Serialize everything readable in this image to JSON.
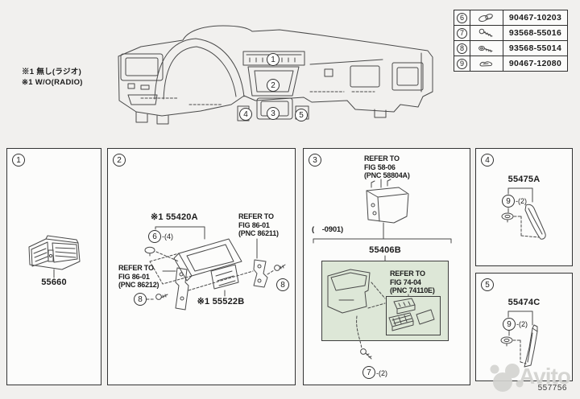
{
  "notes": {
    "line1": "※1 無し(ラジオ)",
    "line2": "※1 W/O(RADIO)"
  },
  "fastener_table": {
    "rows": [
      {
        "num": "6",
        "icon": "clip-icon",
        "part_number": "90467-10203"
      },
      {
        "num": "7",
        "icon": "screw-icon",
        "part_number": "93568-55016"
      },
      {
        "num": "8",
        "icon": "screw-icon",
        "part_number": "93568-55014"
      },
      {
        "num": "9",
        "icon": "clip-icon",
        "part_number": "90467-12080"
      }
    ]
  },
  "main_diagram": {
    "callouts": [
      "1",
      "2",
      "3",
      "4",
      "5"
    ]
  },
  "panel1": {
    "callout": "1",
    "part_label": "55660"
  },
  "panel2": {
    "callout": "2",
    "part_55420a_label": "※1 55420A",
    "refer_86211_l1": "REFER TO",
    "refer_86211_l2": "FIG 86-01",
    "refer_86211_l3": "(PNC 86211)",
    "refer_86212_l1": "REFER TO",
    "refer_86212_l2": "FIG 86-01",
    "refer_86212_l3": "(PNC 86212)",
    "part_55522b_label": "※1 55522B",
    "callout_6": "6",
    "callout_6_qty": "-(4)",
    "callout_8_left": "8",
    "callout_8_right": "8"
  },
  "panel3": {
    "callout": "3",
    "refer_58804_l1": "REFER TO",
    "refer_58804_l2": "FIG 58-06",
    "refer_58804_l3": "(PNC 58804A)",
    "date_range": "(    -0901)",
    "part_55406b_label": "55406B",
    "refer_74110_l1": "REFER TO",
    "refer_74110_l2": "FIG 74-04",
    "refer_74110_l3": "(PNC 74110E)",
    "callout_7": "7",
    "callout_7_qty": "-(2)"
  },
  "panel4": {
    "callout": "4",
    "part_label": "55475A",
    "callout_9": "9",
    "callout_9_qty": "-(2)"
  },
  "panel5": {
    "callout": "5",
    "part_label": "55474C",
    "callout_9": "9",
    "callout_9_qty": "-(2)"
  },
  "watermark": {
    "text": "Avito"
  },
  "footer": {
    "doc_number": "557756"
  },
  "colors": {
    "highlight_green": "#dde7d7",
    "line": "#4a4a4a",
    "page_bg": "#f1f0ee",
    "panel_bg": "#fcfcfb"
  }
}
